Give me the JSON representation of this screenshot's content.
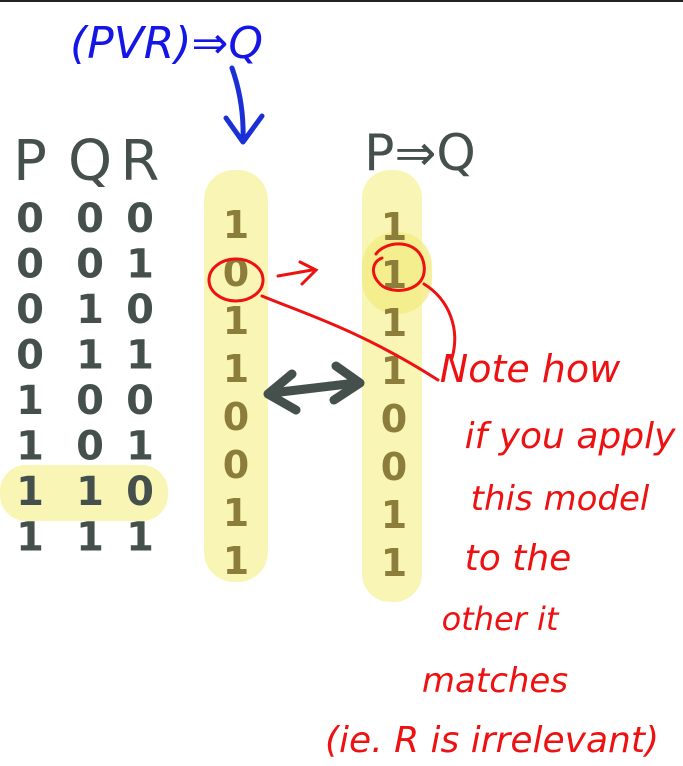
{
  "formula": {
    "text": "(PVR)⇒Q",
    "color": "#1515e6"
  },
  "left_table": {
    "headers": [
      "P",
      "Q",
      "R"
    ],
    "rows": [
      [
        "0",
        "0",
        "0"
      ],
      [
        "0",
        "0",
        "1"
      ],
      [
        "0",
        "1",
        "0"
      ],
      [
        "0",
        "1",
        "1"
      ],
      [
        "1",
        "0",
        "0"
      ],
      [
        "1",
        "0",
        "1"
      ],
      [
        "1",
        "1",
        "0"
      ],
      [
        "1",
        "1",
        "1"
      ]
    ],
    "highlighted_row": 6,
    "ink_color": "#45504c"
  },
  "middle_column": {
    "values": [
      "1",
      "0",
      "1",
      "1",
      "0",
      "0",
      "1",
      "1"
    ],
    "circled_row": 1
  },
  "right_column": {
    "header": "P⇒Q",
    "values": [
      "1",
      "1",
      "1",
      "1",
      "0",
      "0",
      "1",
      "1"
    ],
    "circled_row": 1
  },
  "note": {
    "lines": [
      "Note how",
      "if you apply",
      "this model",
      "to the",
      "other it",
      "matches",
      "(ie. R is irrelevant)"
    ],
    "color": "#ee1111"
  },
  "colors": {
    "highlight": "#f7f3a8",
    "value_ink": "#8c7d3a",
    "arrow": "#45504c",
    "blue_arrow": "#1a2fd6"
  }
}
